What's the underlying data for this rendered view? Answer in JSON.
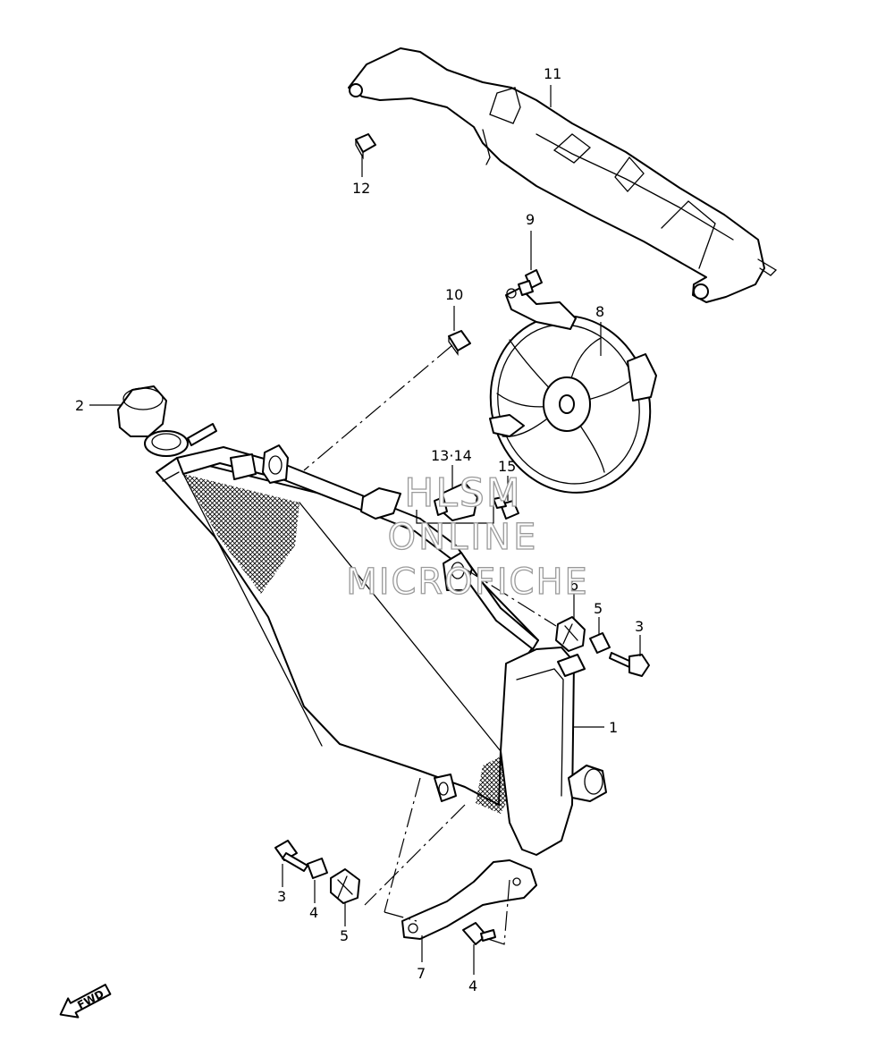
{
  "diagram": {
    "callouts": [
      {
        "id": "p1",
        "label": "1"
      },
      {
        "id": "p2",
        "label": "2"
      },
      {
        "id": "p3a",
        "label": "3"
      },
      {
        "id": "p3b",
        "label": "3"
      },
      {
        "id": "p4a",
        "label": "4"
      },
      {
        "id": "p4b",
        "label": "4"
      },
      {
        "id": "p5a",
        "label": "5"
      },
      {
        "id": "p5b",
        "label": "5"
      },
      {
        "id": "p6",
        "label": "6"
      },
      {
        "id": "p7",
        "label": "7"
      },
      {
        "id": "p8",
        "label": "8"
      },
      {
        "id": "p9",
        "label": "9"
      },
      {
        "id": "p10",
        "label": "10"
      },
      {
        "id": "p11",
        "label": "11"
      },
      {
        "id": "p12",
        "label": "12"
      },
      {
        "id": "p1314",
        "label": "13·14"
      },
      {
        "id": "p15",
        "label": "15"
      }
    ],
    "fwd_label": "FWD"
  },
  "watermark": {
    "line1": "HLSM",
    "line2": "ONLINE",
    "line3": "MICROFICHE",
    "color": "#9a9a9a"
  }
}
